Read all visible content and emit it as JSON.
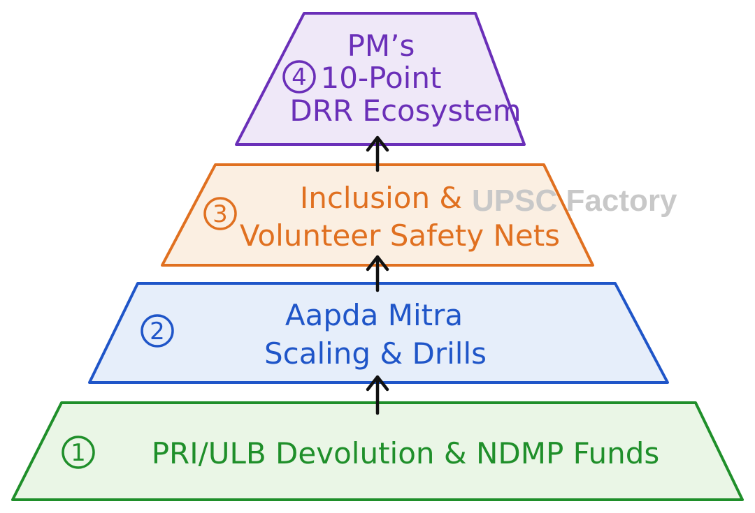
{
  "watermark": "UPSC Factory",
  "colors": {
    "tier1_stroke": "#1f8f2a",
    "tier1_fill": "#eaf6e6",
    "tier2_stroke": "#1f55c8",
    "tier2_fill": "#e6eefa",
    "tier3_stroke": "#e07020",
    "tier3_fill": "#fbefe2",
    "tier4_stroke": "#6a2fb8",
    "tier4_fill": "#efe8f8",
    "arrow": "#111111",
    "watermark": "#c8c8c8"
  },
  "tiers": [
    {
      "number": "1",
      "lines": [
        "PRI/ULB Devolution & NDMP Funds"
      ]
    },
    {
      "number": "2",
      "lines": [
        "Aapda Mitra",
        "Scaling & Drills"
      ]
    },
    {
      "number": "3",
      "lines": [
        "Inclusion &",
        "Volunteer Safety Nets"
      ]
    },
    {
      "number": "4",
      "lines": [
        "PM’s",
        "10-Point",
        "DRR Ecosystem"
      ]
    }
  ],
  "arrows": [
    "up-arrow",
    "up-arrow",
    "up-arrow"
  ]
}
